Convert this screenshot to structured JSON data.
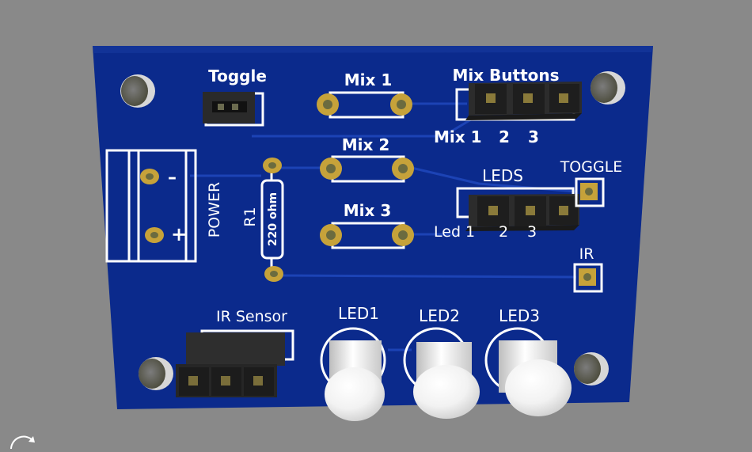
{
  "viewer": {
    "background": "#898989",
    "icon": "rotate-view-icon"
  },
  "board": {
    "color": "#0b2a8c",
    "labels": {
      "toggle": "Toggle",
      "mix1": "Mix 1",
      "mix2": "Mix 2",
      "mix3": "Mix 3",
      "mix_buttons": "Mix Buttons",
      "mix_row": "Mix 1",
      "mix_2": "2",
      "mix_3": "3",
      "leds": "LEDS",
      "led_row": "Led 1",
      "led_2": "2",
      "led_3": "3",
      "toggle_pad": "TOGGLE",
      "ir_pad": "IR",
      "power": "POWER",
      "minus": "–",
      "plus": "+",
      "r1": "R1",
      "r1_value": "220 ohm",
      "ir_sensor": "IR Sensor",
      "led1": "LED1",
      "led2": "LED2",
      "led3": "LED3"
    }
  }
}
